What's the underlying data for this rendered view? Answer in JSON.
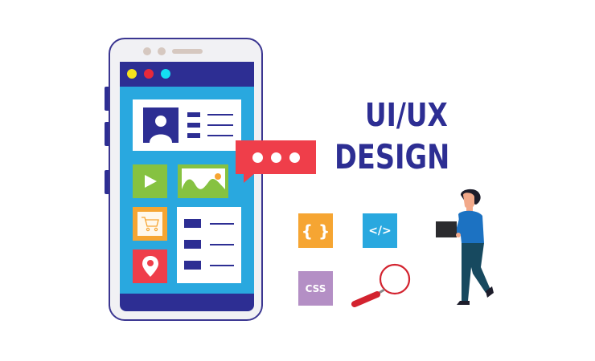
{
  "title": {
    "line1": "UI/UX",
    "line2": "DESIGN",
    "color": "#2d2e93"
  },
  "phone": {
    "frame_color": "#3b3691",
    "screen_color": "#29a8df",
    "bar_color": "#2d2e93",
    "window_dots": [
      {
        "name": "yellow-dot",
        "color": "#f7e21c"
      },
      {
        "name": "red-dot",
        "color": "#e8293a"
      },
      {
        "name": "cyan-dot",
        "color": "#14e0f2"
      }
    ],
    "tiles": {
      "play": {
        "icon": "play-icon",
        "color": "#86c241"
      },
      "image": {
        "icon": "landscape-image-icon",
        "color": "#86c241",
        "sun_color": "#f6a532"
      },
      "cart": {
        "icon": "shopping-cart-icon",
        "color": "#f6a532"
      },
      "location": {
        "icon": "map-pin-icon",
        "color": "#ef3e4a"
      }
    },
    "profile_card": {
      "icon": "user-avatar-icon",
      "rows": 3
    },
    "list_card": {
      "rows": 3
    }
  },
  "chat_bubble": {
    "icon": "chat-ellipsis-icon",
    "color": "#ef3e4a",
    "dots": 3
  },
  "code_icons": {
    "braces": {
      "label": "{ }",
      "color": "#f6a532"
    },
    "code_tag": {
      "label": "</>",
      "color": "#29a8df"
    },
    "css": {
      "label": "CSS",
      "color": "#b48fc5"
    }
  },
  "magnifier": {
    "icon": "magnifying-glass-icon",
    "color": "#d3232f"
  },
  "person": {
    "icon": "person-with-laptop-icon",
    "shirt": "#1c72c2",
    "pants": "#17495f",
    "hair": "#1d1d2b",
    "skin": "#f2a98a",
    "laptop": "#2b2b2e"
  }
}
